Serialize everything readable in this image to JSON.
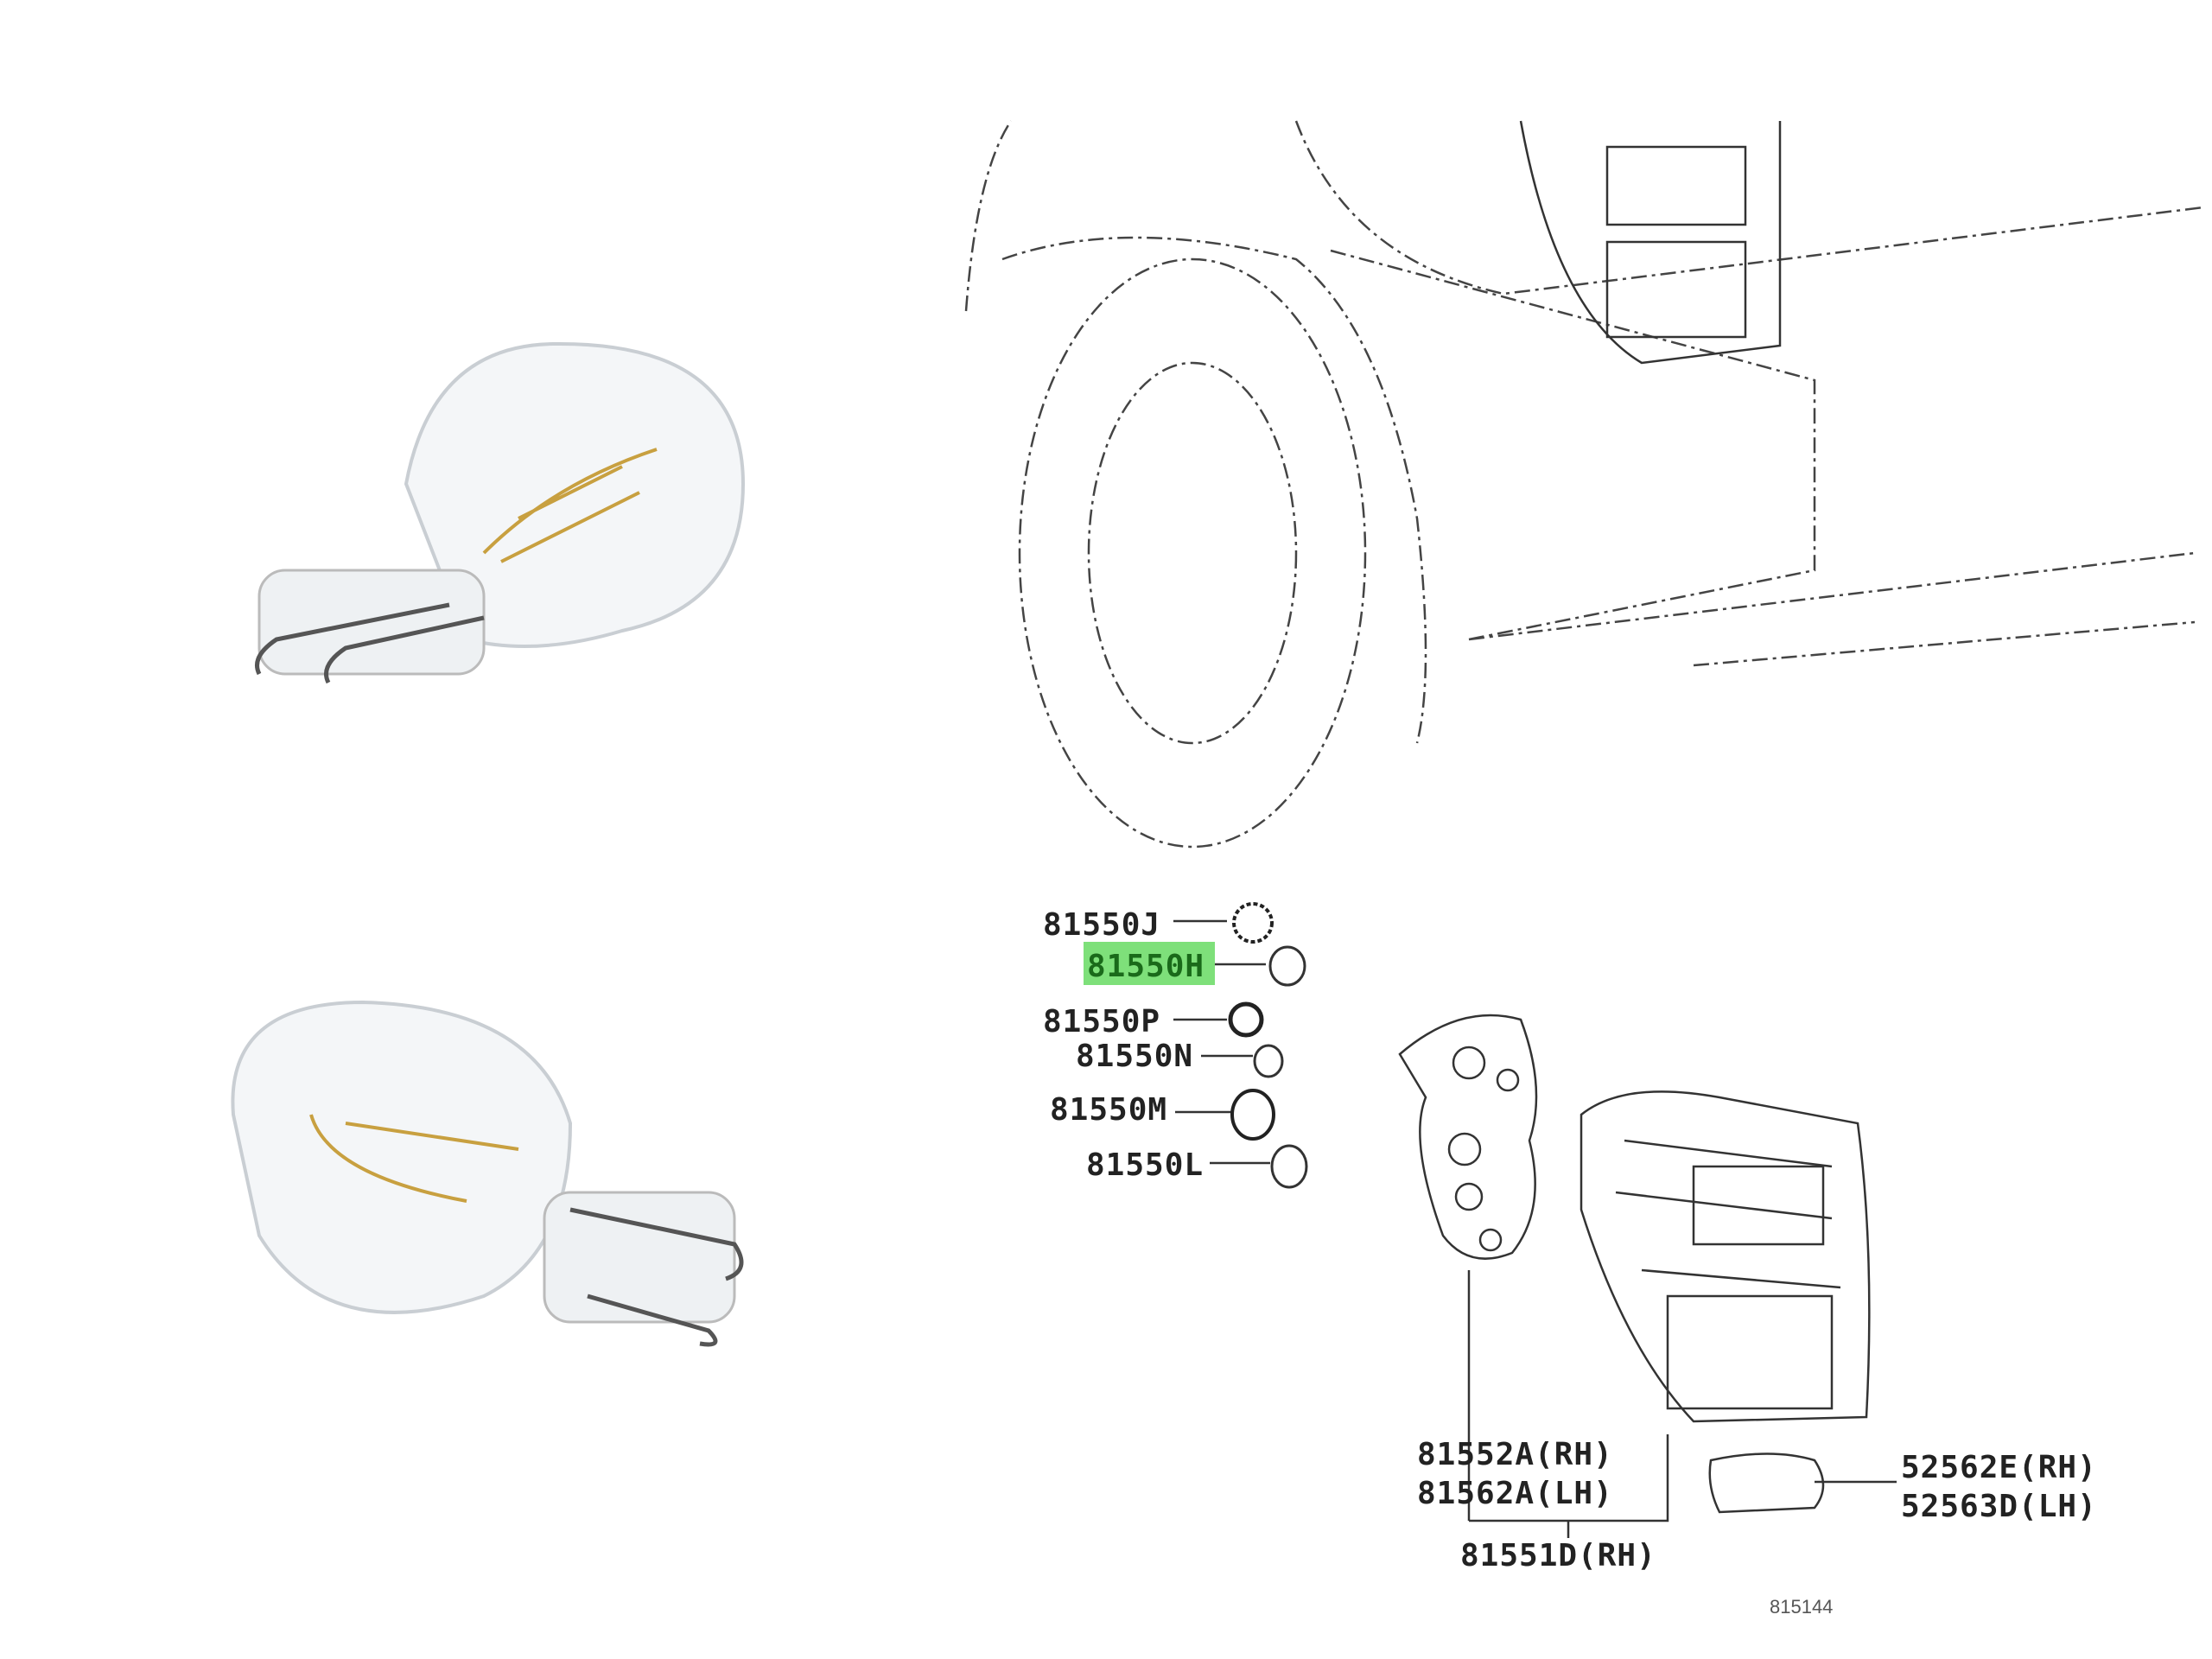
{
  "product_images": [
    {
      "name": "bulb-top"
    },
    {
      "name": "bulb-bottom"
    }
  ],
  "diagram": {
    "highlight_color": "#7ee07a",
    "callouts": [
      {
        "part": "81550J",
        "highlighted": false
      },
      {
        "part": "81550H",
        "highlighted": true
      },
      {
        "part": "81550P",
        "highlighted": false
      },
      {
        "part": "81550N",
        "highlighted": false
      },
      {
        "part": "81550M",
        "highlighted": false
      },
      {
        "part": "81550L",
        "highlighted": false
      }
    ],
    "gasket_labels": [
      "81552A(RH)",
      "81562A(LH)"
    ],
    "socket_labels": [
      "52562E(RH)",
      "52563D(LH)"
    ],
    "assembly_label": "81551D(RH)",
    "figure_id": "815144"
  }
}
